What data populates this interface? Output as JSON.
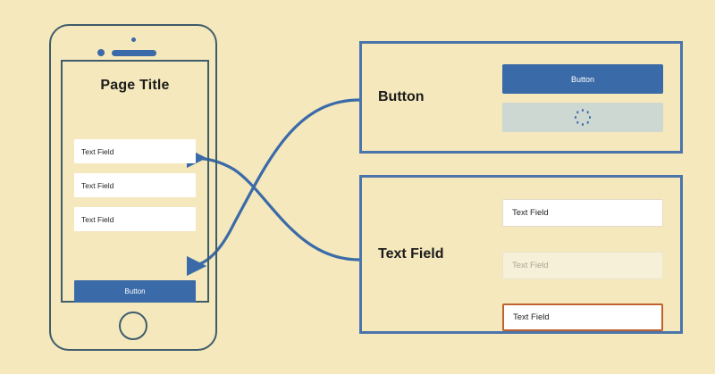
{
  "canvas": {
    "background_color": "#f4e8bc",
    "accent_blue": "#3b6aa8",
    "panel_border_color": "#4a74aa",
    "device_outline_color": "#3f5c6b",
    "error_color": "#c0622f",
    "disabled_button_color": "#ced8d2"
  },
  "phone": {
    "page_title": "Page Title",
    "fields": [
      {
        "text": "Text Field"
      },
      {
        "text": "Text Field"
      },
      {
        "text": "Text Field"
      }
    ],
    "button_label": "Button",
    "icons": {
      "camera": "camera-dot-icon",
      "sensor": "sensor-dot-icon",
      "speaker": "speaker-bar-icon",
      "home": "home-button-icon"
    }
  },
  "panels": [
    {
      "name": "button",
      "label": "Button",
      "samples": [
        {
          "state": "default",
          "label": "Button"
        },
        {
          "state": "loading",
          "label": "",
          "icon": "loading-spinner-icon"
        }
      ]
    },
    {
      "name": "text-field",
      "label": "Text Field",
      "samples": [
        {
          "state": "default",
          "text": "Text Field"
        },
        {
          "state": "disabled",
          "text": "Text Field"
        },
        {
          "state": "error",
          "text": "Text Field"
        }
      ]
    }
  ],
  "connectors": [
    {
      "name": "button-panel-to-phone-button",
      "from": "panel-button-left-edge",
      "to": "phone-button"
    },
    {
      "name": "text-field-panel-to-phone-field",
      "from": "panel-text-field-left-edge",
      "to": "phone-field-2"
    }
  ]
}
